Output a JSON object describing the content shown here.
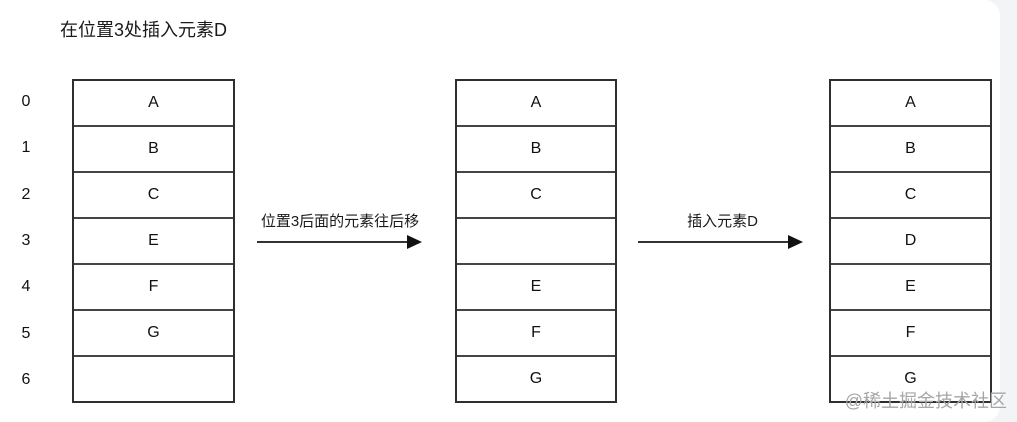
{
  "title": "在位置3处插入元素D",
  "diagram": {
    "indices": [
      "0",
      "1",
      "2",
      "3",
      "4",
      "5",
      "6"
    ],
    "arrays": [
      {
        "name": "before-insert",
        "cells": [
          "A",
          "B",
          "C",
          "E",
          "F",
          "G",
          ""
        ]
      },
      {
        "name": "after-shift",
        "cells": [
          "A",
          "B",
          "C",
          "",
          "E",
          "F",
          "G"
        ]
      },
      {
        "name": "after-insert",
        "cells": [
          "A",
          "B",
          "C",
          "D",
          "E",
          "F",
          "G"
        ]
      }
    ],
    "arrows": [
      {
        "label": "位置3后面的元素往后移"
      },
      {
        "label": "插入元素D"
      }
    ]
  },
  "watermark": "@稀土掘金技术社区",
  "colors": {
    "table_border": "#2f2f2f",
    "cell_separator": "#454545",
    "text": "#111111",
    "arrow": "#333333",
    "watermark": "#a6a6a6",
    "page_edge": "#f3f4f6",
    "card_background": "#ffffff"
  }
}
